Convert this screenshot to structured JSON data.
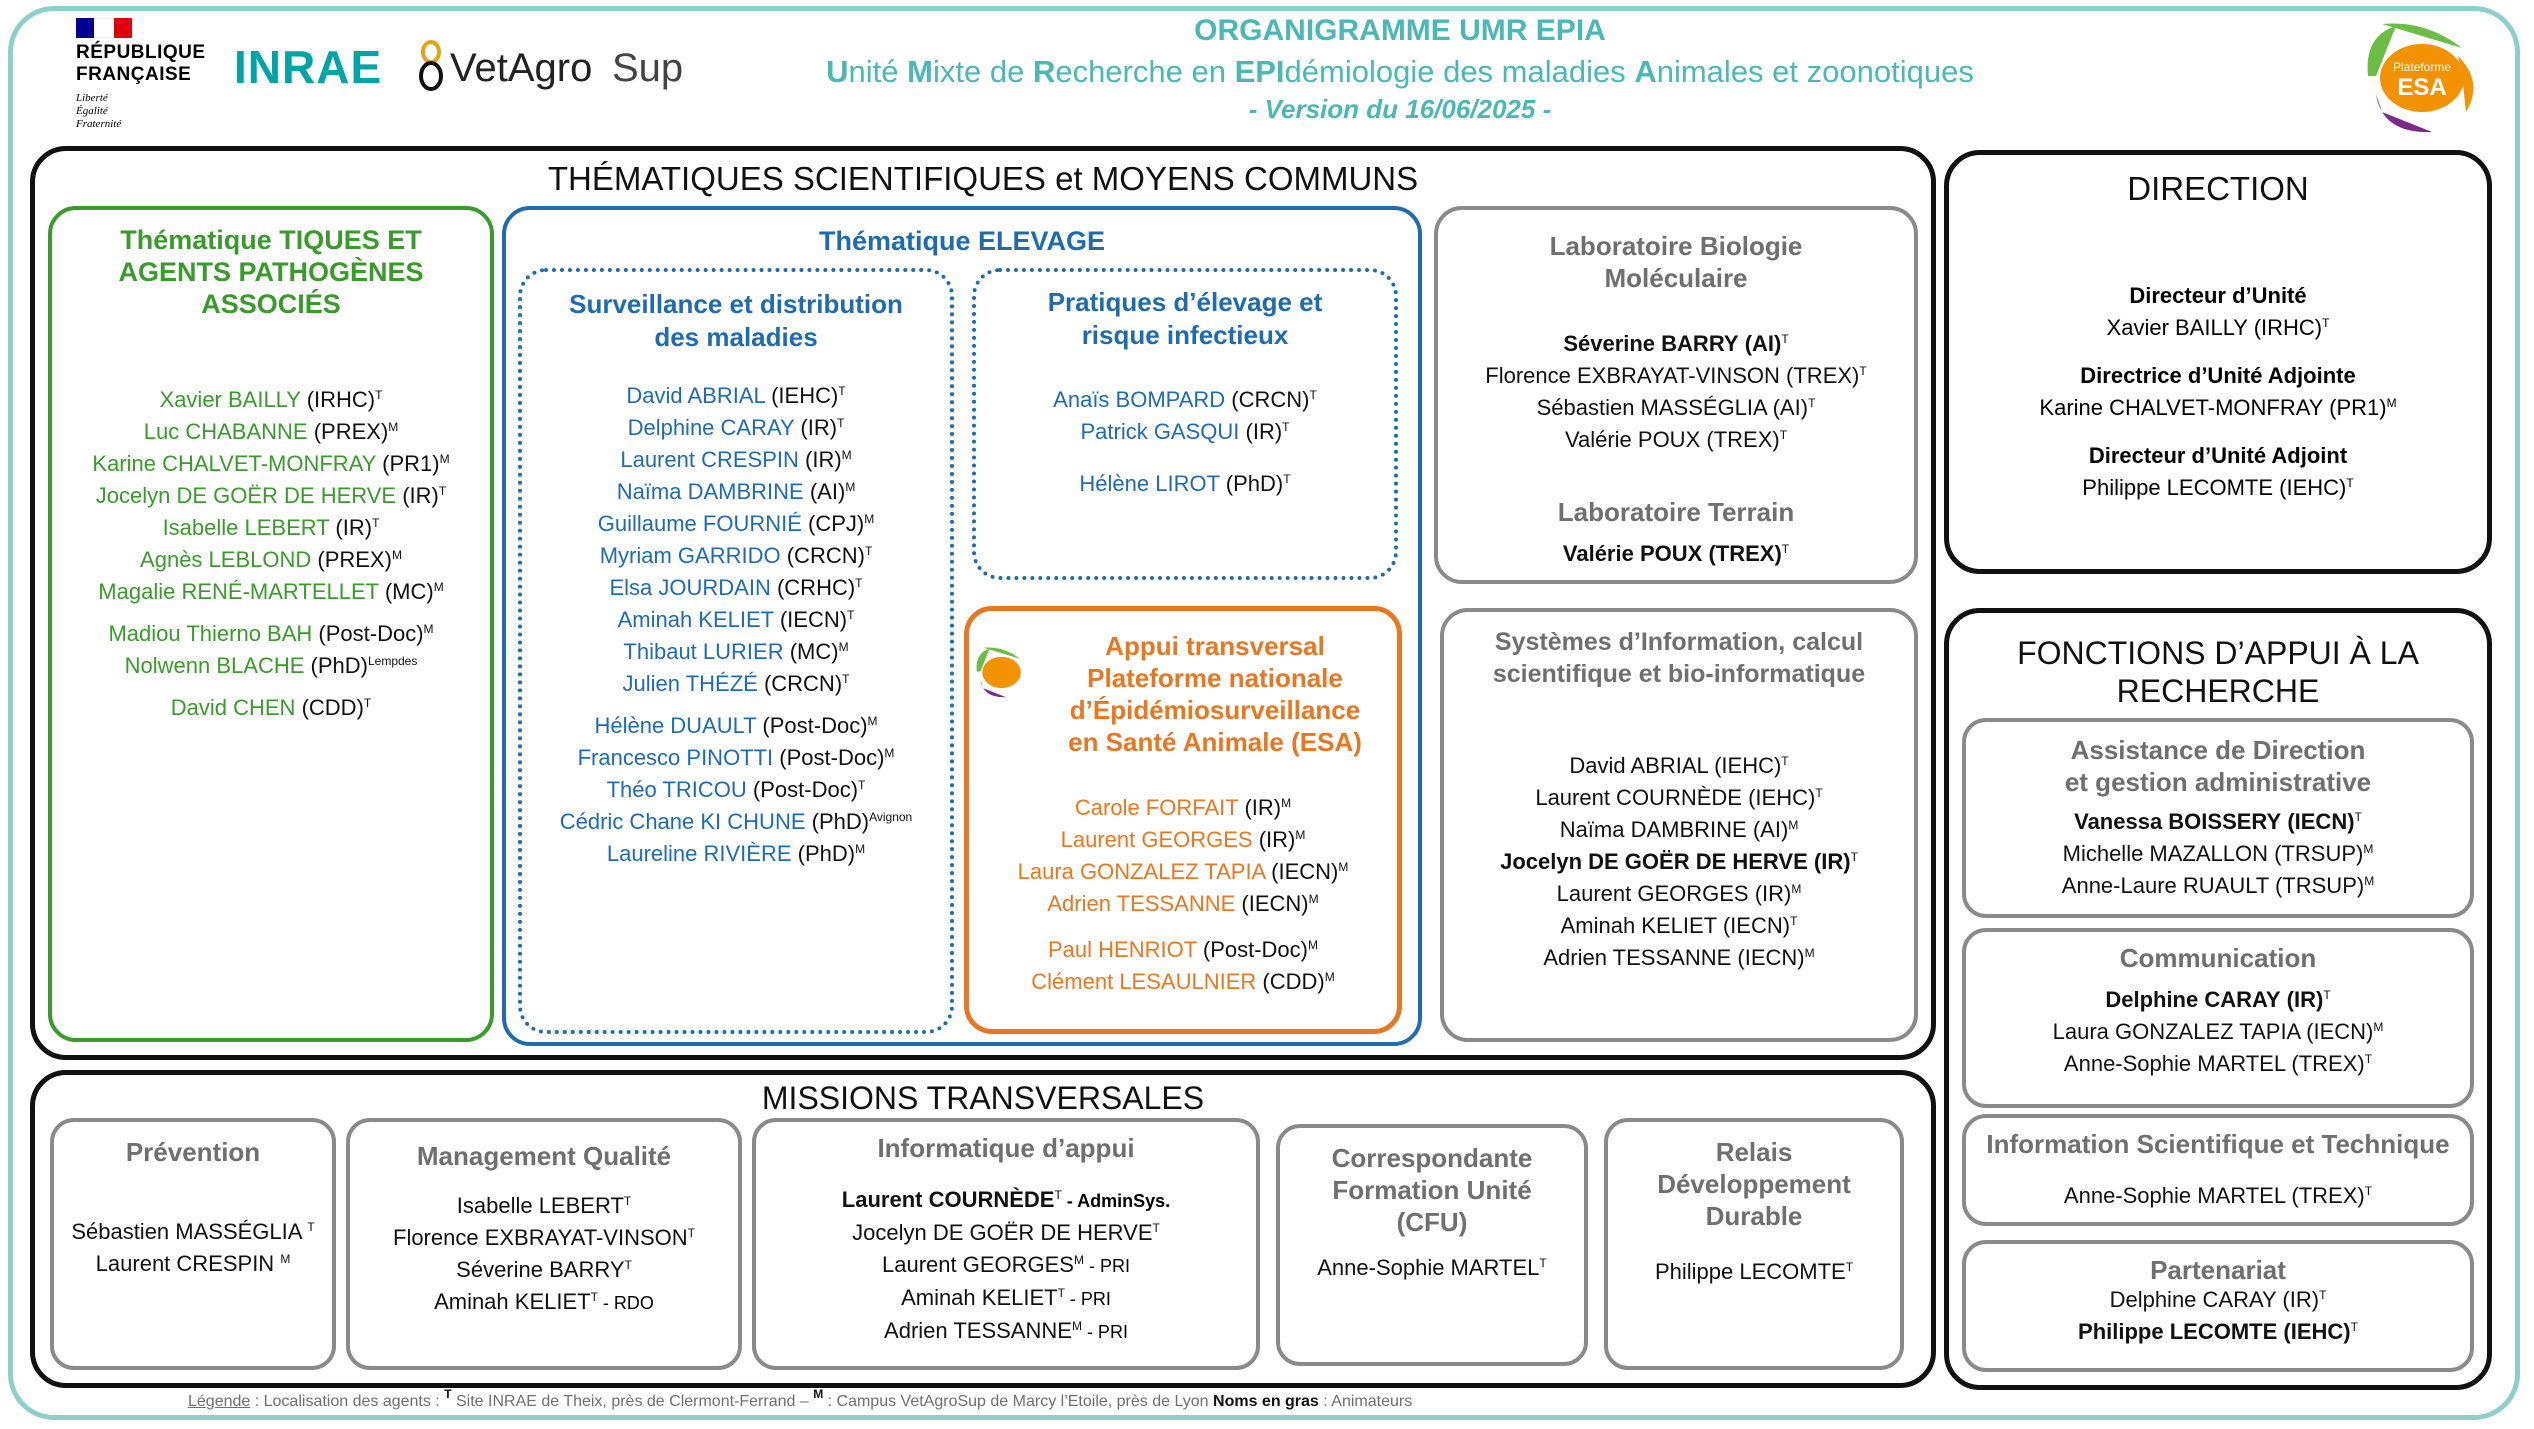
{
  "header": {
    "rf_line1": "RÉPUBLIQUE",
    "rf_line2": "FRANÇAISE",
    "rf_motto1": "Liberté",
    "rf_motto2": "Égalité",
    "rf_motto3": "Fraternité",
    "inrae": "INRAE",
    "vetagro": "VetAgro",
    "vetagro_sup": "Sup",
    "title": "ORGANIGRAMME UMR EPIA",
    "subtitle_segments": [
      "U",
      "nité ",
      "M",
      "ixte de ",
      "R",
      "echerche en ",
      "EPI",
      "démiologie des maladies ",
      "A",
      "nimales et zoonotiques"
    ],
    "version": "- Version du 16/06/2025 -",
    "esa_logo_line1": "Plateforme",
    "esa_logo_line2": "ESA"
  },
  "colors": {
    "frame": "#8fcfcb",
    "teal": "#4cb8b5",
    "green": "#3a9a2c",
    "blue": "#1f6bb0",
    "orange": "#e87722",
    "gray": "#8a8a8a",
    "black": "#000000",
    "esa_green": "#6cbd45",
    "esa_purple": "#7b2a8c",
    "esa_orange": "#f39200"
  },
  "thematiques": {
    "title": "THÉMATIQUES SCIENTIFIQUES et MOYENS COMMUNS",
    "tiques": {
      "title_lines": [
        "Thématique TIQUES ET",
        "AGENTS PATHOGÈNES",
        "ASSOCIÉS"
      ],
      "members": [
        {
          "name": "Xavier BAILLY",
          "role": "(IRHC)",
          "sup": "T"
        },
        {
          "name": "Luc CHABANNE",
          "role": "(PREX)",
          "sup": "M"
        },
        {
          "name": "Karine CHALVET-MONFRAY",
          "role": "(PR1)",
          "sup": "M"
        },
        {
          "name": "Jocelyn DE GOËR DE HERVE",
          "role": "(IR)",
          "sup": "T"
        },
        {
          "name": "Isabelle LEBERT",
          "role": "(IR)",
          "sup": "T"
        },
        {
          "name": "Agnès LEBLOND",
          "role": "(PREX)",
          "sup": "M"
        },
        {
          "name": "Magalie RENÉ-MARTELLET",
          "role": "(MC)",
          "sup": "M"
        },
        {
          "name": "Madiou Thierno BAH",
          "role": "(Post-Doc)",
          "sup": "M"
        },
        {
          "name": "Nolwenn BLACHE",
          "role": "(PhD)",
          "sup": "Lempdes"
        },
        {
          "name": "David CHEN",
          "role": "(CDD)",
          "sup": "T"
        }
      ]
    },
    "elevage": {
      "title": "Thématique ELEVAGE",
      "surveillance": {
        "title_lines": [
          "Surveillance et distribution",
          "des maladies"
        ],
        "members": [
          {
            "name": "David ABRIAL",
            "role": "(IEHC)",
            "sup": "T"
          },
          {
            "name": "Delphine CARAY",
            "role": "(IR)",
            "sup": "T"
          },
          {
            "name": "Laurent CRESPIN",
            "role": "(IR)",
            "sup": "M"
          },
          {
            "name": "Naïma DAMBRINE",
            "role": "(AI)",
            "sup": "M"
          },
          {
            "name": "Guillaume FOURNIÉ",
            "role": "(CPJ)",
            "sup": "M"
          },
          {
            "name": "Myriam GARRIDO",
            "role": "(CRCN)",
            "sup": "T"
          },
          {
            "name": "Elsa JOURDAIN",
            "role": "(CRHC)",
            "sup": "T"
          },
          {
            "name": "Aminah KELIET",
            "role": "(IECN)",
            "sup": "T"
          },
          {
            "name": "Thibaut LURIER",
            "role": "(MC)",
            "sup": "M"
          },
          {
            "name": "Julien THÉZÉ",
            "role": " (CRCN)",
            "sup": "T"
          },
          {
            "name": "Hélène DUAULT",
            "role": "(Post-Doc)",
            "sup": "M"
          },
          {
            "name": "Francesco PINOTTI",
            "role": "(Post-Doc)",
            "sup": "M"
          },
          {
            "name": "Théo TRICOU",
            "role": "(Post-Doc)",
            "sup": "T"
          },
          {
            "name": "Cédric Chane KI CHUNE",
            "role": "(PhD)",
            "sup": "Avignon"
          },
          {
            "name": "Laureline RIVIÈRE",
            "role": "(PhD)",
            "sup": "M"
          }
        ]
      },
      "pratiques": {
        "title_lines": [
          "Pratiques d’élevage et",
          "risque infectieux"
        ],
        "members": [
          {
            "name": "Anaïs BOMPARD",
            "role": "(CRCN)",
            "sup": "T"
          },
          {
            "name": "Patrick GASQUI",
            "role": "(IR)",
            "sup": "T"
          },
          {
            "name": "Hélène LIROT",
            "role": "(PhD)",
            "sup": "T"
          }
        ]
      },
      "esa": {
        "title_lines": [
          "Appui transversal",
          "Plateforme nationale",
          "d’Épidémiosurveillance",
          "en Santé Animale (ESA)"
        ],
        "members": [
          {
            "name": "Carole FORFAIT",
            "role": "(IR)",
            "sup": "M"
          },
          {
            "name": "Laurent GEORGES",
            "role": "(IR)",
            "sup": "M"
          },
          {
            "name": "Laura GONZALEZ TAPIA",
            "role": "(IECN)",
            "sup": "M"
          },
          {
            "name": "Adrien TESSANNE",
            "role": "(IECN)",
            "sup": "M"
          },
          {
            "name": "Paul HENRIOT",
            "role": "(Post-Doc)",
            "sup": "M"
          },
          {
            "name": "Clément LESAULNIER",
            "role": "(CDD)",
            "sup": "M"
          }
        ]
      }
    },
    "labo_bio": {
      "title_lines": [
        "Laboratoire Biologie",
        "Moléculaire"
      ],
      "members": [
        {
          "name": "Séverine BARRY",
          "role": "(AI)",
          "sup": "T",
          "bold": true
        },
        {
          "name": "Florence EXBRAYAT-VINSON",
          "role": "(TREX)",
          "sup": "T"
        },
        {
          "name": "Sébastien MASSÉGLIA",
          "role": "(AI)",
          "sup": "T"
        },
        {
          "name": "Valérie POUX",
          "role": "(TREX)",
          "sup": "T"
        }
      ],
      "terrain_title": "Laboratoire Terrain",
      "terrain_members": [
        {
          "name": "Valérie POUX",
          "role": "(TREX)",
          "sup": "T",
          "bold": true
        }
      ]
    },
    "si": {
      "title_lines": [
        "Systèmes d’Information, calcul",
        "scientifique et bio-informatique"
      ],
      "members": [
        {
          "name": "David ABRIAL",
          "role": "(IEHC)",
          "sup": "T"
        },
        {
          "name": "Laurent COURNÈDE",
          "role": "(IEHC)",
          "sup": "T"
        },
        {
          "name": "Naïma DAMBRINE",
          "role": "(AI)",
          "sup": "M"
        },
        {
          "name": "Jocelyn DE GOËR DE HERVE",
          "role": "(IR)",
          "sup": "T",
          "bold": true
        },
        {
          "name": "Laurent GEORGES",
          "role": "(IR)",
          "sup": "M"
        },
        {
          "name": "Aminah KELIET",
          "role": "(IECN)",
          "sup": "T"
        },
        {
          "name": "Adrien TESSANNE",
          "role": "(IECN)",
          "sup": "M"
        }
      ]
    }
  },
  "direction": {
    "title": "DIRECTION",
    "items": [
      {
        "role": "Directeur d’Unité",
        "name": "Xavier BAILLY (IRHC)",
        "sup": "T"
      },
      {
        "role": "Directrice d’Unité Adjointe",
        "name": "Karine CHALVET-MONFRAY (PR1)",
        "sup": "M"
      },
      {
        "role": "Directeur d’Unité Adjoint",
        "name": "Philippe LECOMTE (IEHC)",
        "sup": "T"
      }
    ]
  },
  "appui": {
    "title_lines": [
      "FONCTIONS D’APPUI À LA",
      "RECHERCHE"
    ],
    "assistance": {
      "title_lines": [
        "Assistance de Direction",
        "et gestion administrative"
      ],
      "members": [
        {
          "name": "Vanessa BOISSERY",
          "role": "(IECN)",
          "sup": "T",
          "bold": true
        },
        {
          "name": "Michelle MAZALLON",
          "role": "(TRSUP)",
          "sup": "M"
        },
        {
          "name": "Anne-Laure RUAULT",
          "role": " (TRSUP)",
          "sup": "M"
        }
      ]
    },
    "communication": {
      "title": "Communication",
      "members": [
        {
          "name": "Delphine CARAY",
          "role": "(IR)",
          "sup": "T",
          "bold": true
        },
        {
          "name": "Laura GONZALEZ TAPIA",
          "role": "(IECN)",
          "sup": "M"
        },
        {
          "name": "Anne-Sophie MARTEL",
          "role": "(TREX)",
          "sup": "T"
        }
      ]
    },
    "ist": {
      "title": "Information Scientifique et Technique",
      "members": [
        {
          "name": "Anne-Sophie MARTEL",
          "role": "(TREX)",
          "sup": "T"
        }
      ]
    },
    "partenariat": {
      "title": "Partenariat",
      "members": [
        {
          "name": "Delphine CARAY",
          "role": "(IR)",
          "sup": "T"
        },
        {
          "name": "Philippe LECOMTE",
          "role": "(IEHC)",
          "sup": "T",
          "bold": true
        }
      ]
    }
  },
  "missions": {
    "title": "MISSIONS TRANSVERSALES",
    "prevention": {
      "title": "Prévention",
      "members": [
        {
          "name": "Sébastien MASSÉGLIA ",
          "role": "",
          "sup": "T"
        },
        {
          "name": "Laurent CRESPIN ",
          "role": "",
          "sup": "M"
        }
      ]
    },
    "qualite": {
      "title": "Management Qualité",
      "members": [
        {
          "name": "Isabelle LEBERT",
          "role": "",
          "sup": "T"
        },
        {
          "name": "Florence EXBRAYAT-VINSON",
          "role": "",
          "sup": "T"
        },
        {
          "name": "Séverine BARRY",
          "role": "",
          "sup": "T"
        },
        {
          "name": "Aminah KELIET",
          "role": "",
          "sup": "T",
          "suffix": " - RDO"
        }
      ]
    },
    "informatique": {
      "title": "Informatique d’appui",
      "members": [
        {
          "name": "Laurent COURNÈDE",
          "role": "",
          "sup": "T",
          "suffix": " - AdminSys.",
          "bold": true
        },
        {
          "name": "Jocelyn DE GOËR DE HERVE",
          "role": "",
          "sup": "T"
        },
        {
          "name": "Laurent GEORGES",
          "role": "",
          "sup": "M",
          "suffix": " - PRI"
        },
        {
          "name": "Aminah KELIET",
          "role": "",
          "sup": "T",
          "suffix": " - PRI"
        },
        {
          "name": "Adrien TESSANNE",
          "role": "",
          "sup": "M",
          "suffix": " - PRI"
        }
      ]
    },
    "cfu": {
      "title_lines": [
        "Correspondante",
        "Formation Unité",
        "(CFU)"
      ],
      "members": [
        {
          "name": "Anne-Sophie MARTEL",
          "role": "",
          "sup": "T"
        }
      ]
    },
    "relais": {
      "title_lines": [
        "Relais",
        "Développement",
        "Durable"
      ],
      "members": [
        {
          "name": "Philippe LECOMTE",
          "role": "",
          "sup": "T"
        }
      ]
    }
  },
  "legend": {
    "label": "Légende",
    "text1": " :  Localisation des agents :  ",
    "t_sup": "T",
    "text2": " Site INRAE de Theix, près de Clermont-Ferrand – ",
    "m_sup": "M",
    "text3": " : Campus VetAgroSup de Marcy l’Etoile, près de Lyon  ",
    "bold_label": "Noms en gras",
    "text4": " : Animateurs"
  }
}
